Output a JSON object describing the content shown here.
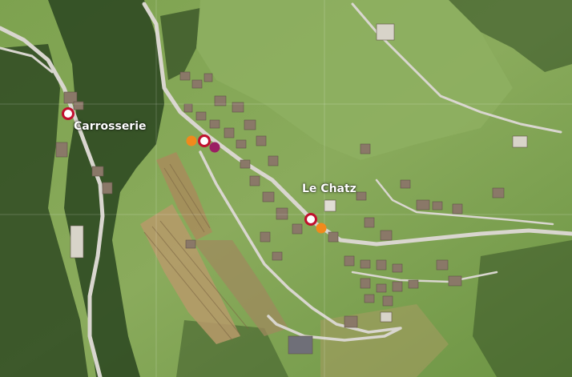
{
  "map": {
    "style": "aerial satellite photo of an alpine village",
    "colors": {
      "meadow_light": "#86a85a",
      "meadow_mid": "#6f9446",
      "forest_dark": "#2f4a22",
      "road": "#d9d6cf",
      "terraced_field": "#b79a6a",
      "roof": "#8a7868",
      "bus_stop_fill": "#ffffff",
      "bus_stop_ring": "#c0102e",
      "orange_marker": "#f08a1c",
      "purple_marker": "#9b1f63",
      "label_text": "#ffffff"
    },
    "labels": [
      {
        "id": "carrosserie",
        "text": "Carrosserie"
      },
      {
        "id": "le-chatz",
        "text": "Le Chatz"
      }
    ],
    "markers": [
      {
        "id": "stop-carrosserie",
        "kind": "bus-stop"
      },
      {
        "id": "stop-village",
        "kind": "bus-stop"
      },
      {
        "id": "stop-le-chatz",
        "kind": "bus-stop"
      },
      {
        "id": "orange-village",
        "kind": "orange-dot"
      },
      {
        "id": "purple-village",
        "kind": "purple-dot"
      },
      {
        "id": "orange-le-chatz",
        "kind": "orange-dot"
      }
    ]
  }
}
